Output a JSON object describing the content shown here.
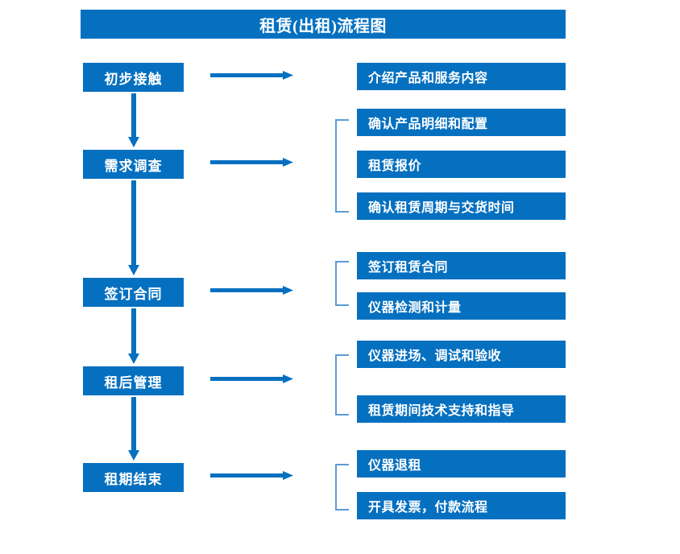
{
  "diagram": {
    "title": "租赁(出租)流程图",
    "accent_color": "#0570c0",
    "bracket_color": "#5b9bd5",
    "background_color": "#ffffff",
    "type": "flowchart",
    "stages": [
      {
        "label": "初步接触",
        "details": [
          "介绍产品和服务内容"
        ],
        "bracketed": false
      },
      {
        "label": "需求调查",
        "details": [
          "确认产品明细和配置",
          "租赁报价",
          "确认租赁周期与交货时间"
        ],
        "bracketed": true
      },
      {
        "label": "签订合同",
        "details": [
          "签订租赁合同",
          "仪器检测和计量"
        ],
        "bracketed": true
      },
      {
        "label": "租后管理",
        "details": [
          "仪器进场、调试和验收",
          "租赁期间技术支持和指导"
        ],
        "bracketed": true
      },
      {
        "label": "租期结束",
        "details": [
          "仪器退租",
          "开具发票，付款流程"
        ],
        "bracketed": true
      }
    ]
  },
  "stage_labels": {
    "s0": "初步接触",
    "s1": "需求调查",
    "s2": "签订合同",
    "s3": "租后管理",
    "s4": "租期结束"
  },
  "detail_labels": {
    "d0": "介绍产品和服务内容",
    "d1": "确认产品明细和配置",
    "d2": "租赁报价",
    "d3": "确认租赁周期与交货时间",
    "d4": "签订租赁合同",
    "d5": "仪器检测和计量",
    "d6": "仪器进场、调试和验收",
    "d7": "租赁期间技术支持和指导",
    "d8": "仪器退租",
    "d9": "开具发票，付款流程"
  },
  "icons": {
    "arrow_right": "arrow-right-icon",
    "arrow_down": "arrow-down-icon",
    "bracket_left": "left-bracket-icon"
  }
}
